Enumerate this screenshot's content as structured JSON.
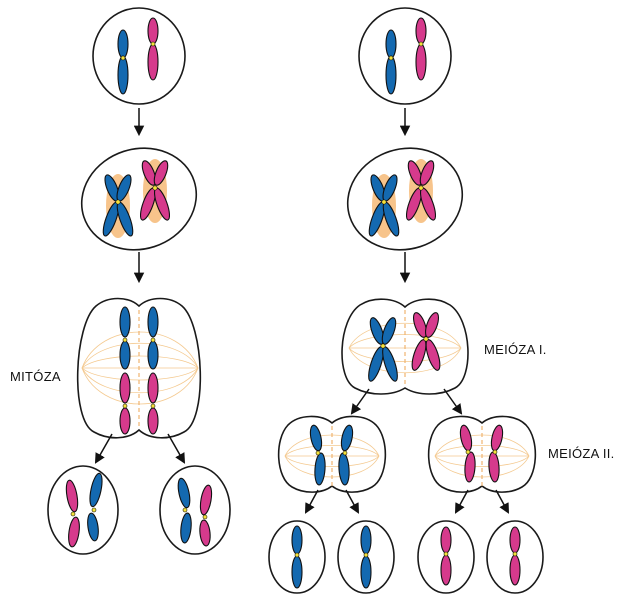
{
  "labels": {
    "mitosis": "MITÓZA",
    "meiosis1": "MEIÓZA I.",
    "meiosis2": "MEIÓZA II."
  },
  "colors": {
    "paternal": "#1469b0",
    "maternal": "#d63a8c",
    "spindle": "#f4c98f",
    "centromere": "#f5e23a"
  }
}
